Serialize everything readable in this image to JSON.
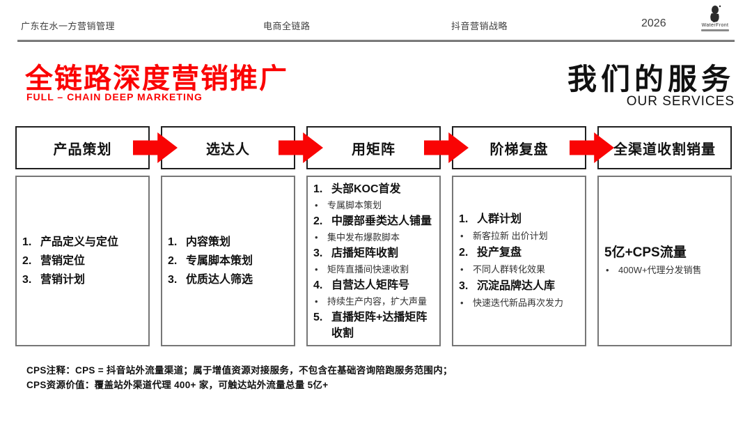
{
  "nav": {
    "items": [
      "广东在水一方营销管理",
      "电商全链路",
      "抖音营销战略"
    ],
    "year": "2026",
    "logo_text": "WaterFront"
  },
  "title": {
    "main": "全链路深度营销推广",
    "subtitle": "FULL – CHAIN DEEP MARKETING",
    "accent_color": "#fb0303"
  },
  "services": {
    "cn": "我们的服务",
    "en": "OUR SERVICES"
  },
  "process": {
    "arrow_color": "#f90404",
    "columns": [
      {
        "header": "产品策划",
        "items": [
          {
            "m": "1.",
            "t": "产品定义与定位"
          },
          {
            "m": "2.",
            "t": "营销定位"
          },
          {
            "m": "3.",
            "t": "营销计划"
          }
        ]
      },
      {
        "header": "选达人",
        "items": [
          {
            "m": "1.",
            "t": "内容策划"
          },
          {
            "m": "2.",
            "t": "专属脚本策划"
          },
          {
            "m": "3.",
            "t": "优质达人筛选"
          }
        ]
      },
      {
        "header": "用矩阵",
        "items": [
          {
            "m": "1.",
            "t": "头部KOC首发"
          },
          {
            "m": "•",
            "t": "专属脚本策划"
          },
          {
            "m": "2.",
            "t": "中腰部垂类达人铺量"
          },
          {
            "m": "•",
            "t": "集中发布爆款脚本"
          },
          {
            "m": "3.",
            "t": "店播矩阵收割"
          },
          {
            "m": "•",
            "t": "矩阵直播间快速收割"
          },
          {
            "m": "4.",
            "t": "自营达人矩阵号"
          },
          {
            "m": "•",
            "t": "持续生产内容，扩大声量"
          },
          {
            "m": "5.",
            "t": "直播矩阵+达播矩阵收割"
          }
        ]
      },
      {
        "header": "阶梯复盘",
        "items": [
          {
            "m": "1.",
            "t": "人群计划"
          },
          {
            "m": "•",
            "t": "新客拉新 出价计划"
          },
          {
            "m": "2.",
            "t": "投产复盘"
          },
          {
            "m": "•",
            "t": "不同人群转化效果"
          },
          {
            "m": "3.",
            "t": "沉淀品牌达人库"
          },
          {
            "m": "•",
            "t": "快速迭代新品再次发力"
          }
        ]
      },
      {
        "header": "全渠道收割销量",
        "items": [
          {
            "t": "5亿+CPS流量"
          },
          {
            "m": "•",
            "t": "400W+代理分发销售"
          }
        ]
      }
    ]
  },
  "footer": {
    "line1": "CPS注释：CPS = 抖音站外流量渠道；属于增值资源对接服务，不包含在基础咨询陪跑服务范围内；",
    "line2": "CPS资源价值：覆盖站外渠道代理 400+ 家，可触达站外流量总量 5亿+"
  }
}
